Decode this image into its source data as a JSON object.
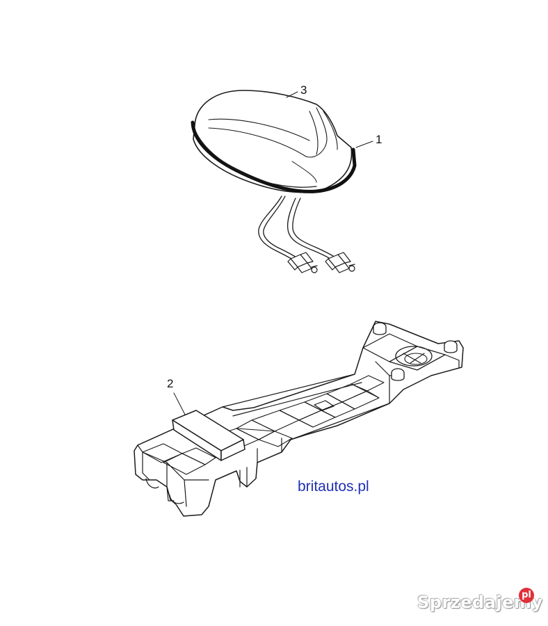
{
  "callouts": {
    "part1": "1",
    "part2": "2",
    "part3": "3"
  },
  "website_label": "britautos.pl",
  "watermark": {
    "text": "Sprzedajemy",
    "badge": "pl"
  },
  "colors": {
    "line": "#1a1a1a",
    "label_blue": "#1f2fb5",
    "badge_red": "#e0303a",
    "shading": "#9a9a9a"
  }
}
